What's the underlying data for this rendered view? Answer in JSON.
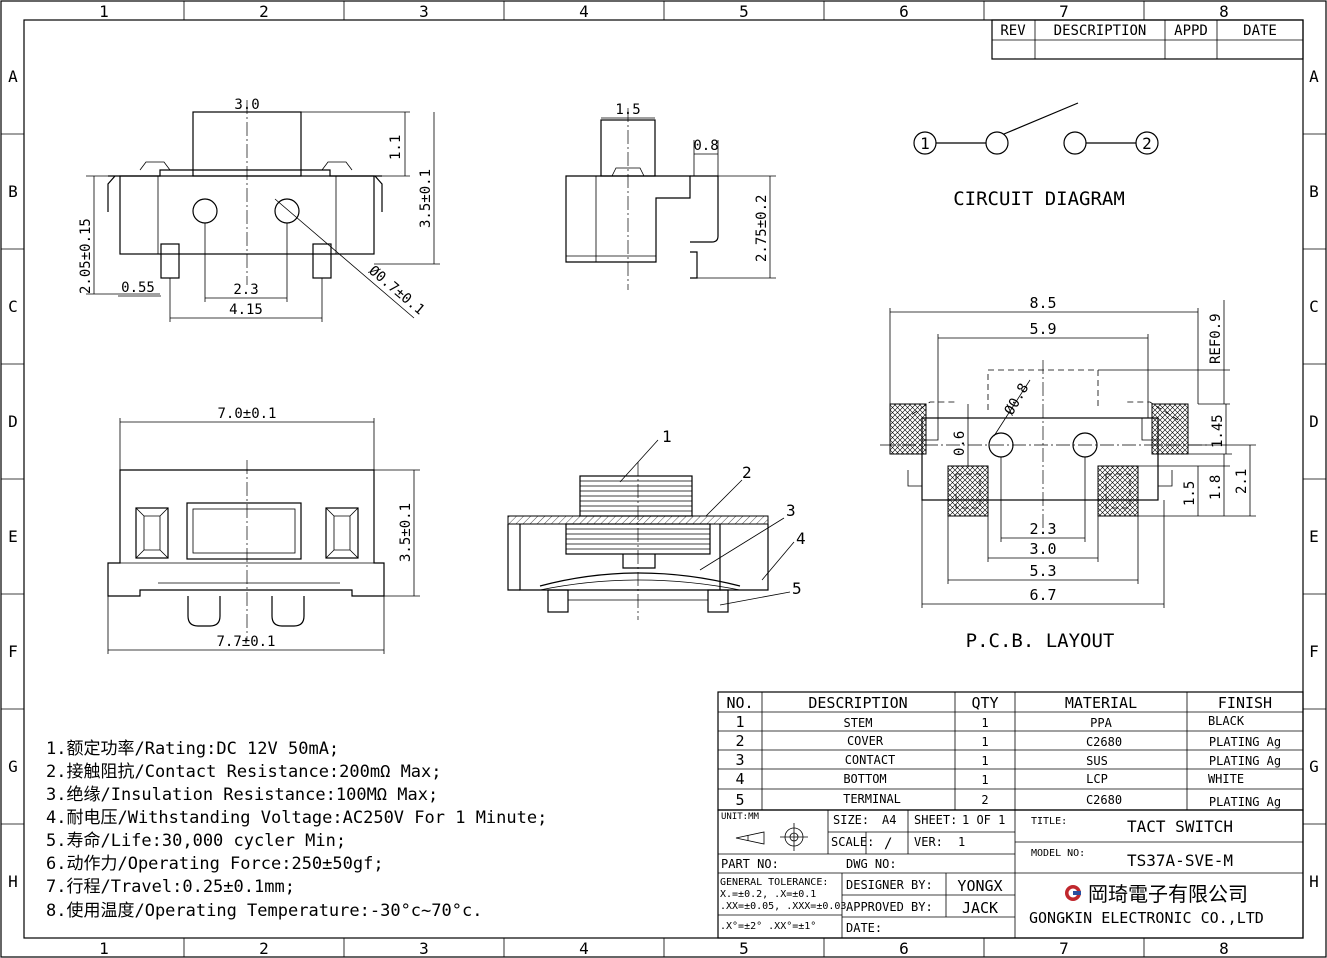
{
  "frame": {
    "columns": [
      "1",
      "2",
      "3",
      "4",
      "5",
      "6",
      "7",
      "8"
    ],
    "rows": [
      "A",
      "B",
      "C",
      "D",
      "E",
      "F",
      "G",
      "H"
    ]
  },
  "revision_block": {
    "headers": [
      "REV",
      "DESCRIPTION",
      "APPD",
      "DATE"
    ]
  },
  "dimensions": {
    "top_stem_width": "3.0",
    "top_stem_height": "1.1",
    "top_total_height": "3.5±0.1",
    "top_side_height": "2.05±0.15",
    "top_offset": "0.55",
    "top_pitch": "2.3",
    "top_terminal_span": "4.15",
    "top_hole_dia": "Ø0.7±0.1",
    "side_stem_width": "1.5",
    "side_terminal": "0.8",
    "side_height": "2.75±0.2",
    "front_top_width": "7.0±0.1",
    "front_height": "3.5±0.1",
    "front_bottom_width": "7.7±0.1",
    "pcb_total": "8.5",
    "pcb_body": "5.9",
    "pcb_ref": "REF0.9",
    "pcb_hole": "Ø0.8",
    "pcb_06": "0.6",
    "pcb_145": "1.45",
    "pcb_15": "1.5",
    "pcb_18": "1.8",
    "pcb_21": "2.1",
    "pcb_23": "2.3",
    "pcb_30": "3.0",
    "pcb_53": "5.3",
    "pcb_67": "6.7"
  },
  "circuit": {
    "title": "CIRCUIT DIAGRAM",
    "pin1": "1",
    "pin2": "2"
  },
  "pcb_title": "P.C.B. LAYOUT",
  "callouts": [
    "1",
    "2",
    "3",
    "4",
    "5"
  ],
  "notes": [
    "1.额定功率/Rating:DC 12V 50mA;",
    "2.接触阻抗/Contact Resistance:200mΩ Max;",
    "3.绝缘/Insulation Resistance:100MΩ Max;",
    "4.耐电压/Withstanding Voltage:AC250V For 1 Minute;",
    "5.寿命/Life:30,000 cycler Min;",
    "6.动作力/Operating Force:250±50gf;",
    "7.行程/Travel:0.25±0.1mm;",
    "8.使用温度/Operating Temperature:-30°c~70°c."
  ],
  "bom": {
    "headers": [
      "NO.",
      "DESCRIPTION",
      "QTY",
      "MATERIAL",
      "FINISH"
    ],
    "rows": [
      [
        "1",
        "STEM",
        "1",
        "PPA",
        "BLACK"
      ],
      [
        "2",
        "COVER",
        "1",
        "C2680",
        "PLATING Ag"
      ],
      [
        "3",
        "CONTACT",
        "1",
        "SUS",
        "PLATING Ag"
      ],
      [
        "4",
        "BOTTOM",
        "1",
        "LCP",
        "WHITE"
      ],
      [
        "5",
        "TERMINAL",
        "2",
        "C2680",
        "PLATING Ag"
      ]
    ]
  },
  "title_block": {
    "unit_label": "UNIT:MM",
    "size_label": "SIZE:",
    "size_value": "A4",
    "sheet_label": "SHEET:",
    "sheet_value": "1 OF 1",
    "scale_label": "SCALE:",
    "scale_value": "/",
    "ver_label": "VER:",
    "ver_value": "1",
    "part_no_label": "PART NO:",
    "dwg_no_label": "DWG NO:",
    "tolerance_title": "GENERAL TOLERANCE:",
    "tol_line1": "X.=±0.2,      .X=±0.1",
    "tol_line2": ".XX=±0.05,  .XXX=±0.03",
    "tol_line3": ".X°=±2°  .XX°=±1°",
    "designer_label": "DESIGNER BY:",
    "designer_value": "YONGX",
    "approved_label": "APPROVED BY:",
    "approved_value": "JACK",
    "date_label": "DATE:",
    "title_label": "TITLE:",
    "title_value": "TACT SWITCH",
    "model_label": "MODEL NO:",
    "model_value": "TS37A-SVE-M",
    "company_cn": "岡琦電子有限公司",
    "company_en": "GONGKIN ELECTRONIC CO.,LTD"
  }
}
